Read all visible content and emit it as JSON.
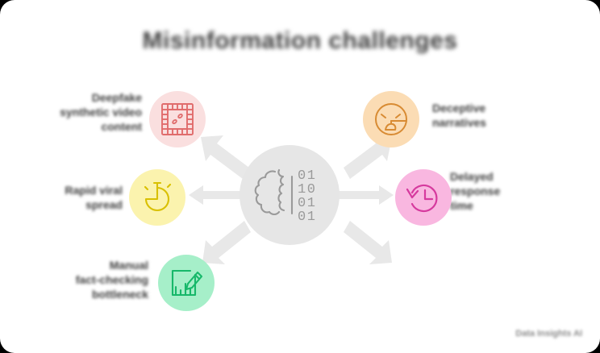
{
  "diagram": {
    "title": "Misinformation challenges",
    "footer_credit": "Data Insights AI",
    "background_color": "#ffffff",
    "arrow_color": "#e8e8e8",
    "hub": {
      "name": "ai-brain-binary",
      "icon": "brain-binary-icon",
      "background_color": "#e6e6e6",
      "stroke_color": "#9a9a9a",
      "binary_rows": [
        "01",
        "10",
        "01",
        "01"
      ]
    },
    "nodes": [
      {
        "id": "film",
        "icon": "film-frame-icon",
        "circle_color": "#FADFDF",
        "stroke_color": "#E06C6C",
        "label": "Deepfake\nsynthetic video\ncontent",
        "side": "left"
      },
      {
        "id": "timer",
        "icon": "stopwatch-icon",
        "circle_color": "#FBF3AE",
        "stroke_color": "#D9C000",
        "label": "Rapid viral\nspread",
        "side": "left"
      },
      {
        "id": "edit",
        "icon": "edit-document-icon",
        "circle_color": "#A6EFC9",
        "stroke_color": "#17B86A",
        "label": "Manual\nfact-checking\nbottleneck",
        "side": "left"
      },
      {
        "id": "face",
        "icon": "lying-face-icon",
        "circle_color": "#FBDCB4",
        "stroke_color": "#D88B33",
        "label": "Deceptive\nnarratives",
        "side": "right"
      },
      {
        "id": "clock",
        "icon": "history-clock-icon",
        "circle_color": "#F9B7E0",
        "stroke_color": "#D63A9E",
        "label": "Delayed\nresponse\ntime",
        "side": "right"
      }
    ]
  }
}
